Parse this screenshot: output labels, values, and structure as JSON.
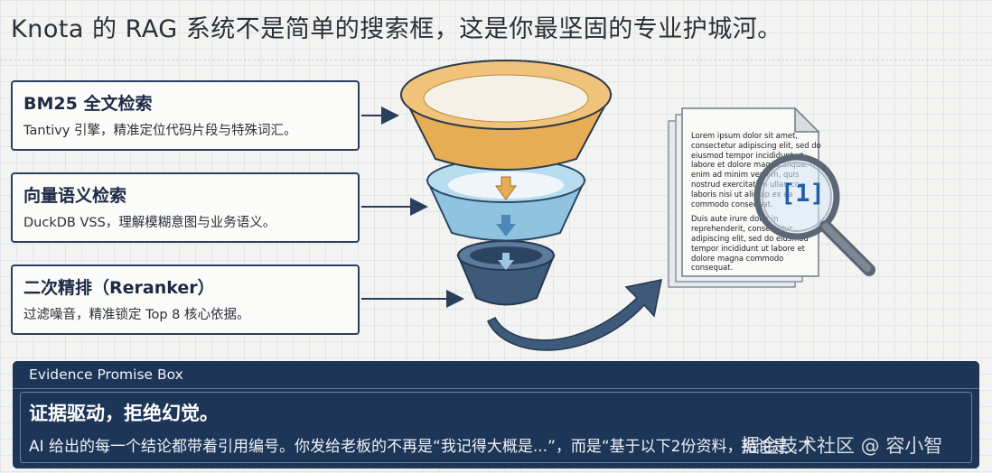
{
  "title": "Knota 的 RAG 系统不是简单的搜索框，这是你最坚固的专业护城河。",
  "cards": [
    {
      "heading": "BM25 全文检索",
      "desc": "Tantivy 引擎，精准定位代码片段与特殊词汇。"
    },
    {
      "heading": "向量语义检索",
      "desc": "DuckDB VSS，理解模糊意图与业务语义。"
    },
    {
      "heading": "二次精排（Reranker）",
      "desc": "过滤噪音，精准锁定 Top 8 核心依据。"
    }
  ],
  "document": {
    "paragraph1": "Lorem ipsum dolor sit amet, consectetur adipiscing elit, sed do eiusmod tempor incididunt ut labore et dolore magna aliqua. Ut enim ad minim veniam, quis nostrud exercitation ullamco laboris nisi ut aliquip ex ea commodo consequat.",
    "paragraph2": "Duis aute irure dolor in reprehenderit, consectetur adipiscing elit, sed do eiusmod tempor incididunt ut labore et dolore magna commodo consequat.",
    "citation": "[1]"
  },
  "evidence_box": {
    "header": "Evidence Promise Box",
    "title": "证据驱动，拒绝幻觉。",
    "body": "AI 给出的每一个结论都带着引用编号。你发给老板的不再是“我记得大概是...”，而是“基于以下2份资料，结论是...”"
  },
  "watermark": "掘金技术社区 @ 容小智",
  "colors": {
    "funnel_top": "#e9b867",
    "funnel_mid": "#a9d3e8",
    "funnel_bottom": "#3e5a7a",
    "card_border": "#2a3f5c",
    "evidence_bg": "#1d3557",
    "cite_blue": "#1f5fa8"
  }
}
